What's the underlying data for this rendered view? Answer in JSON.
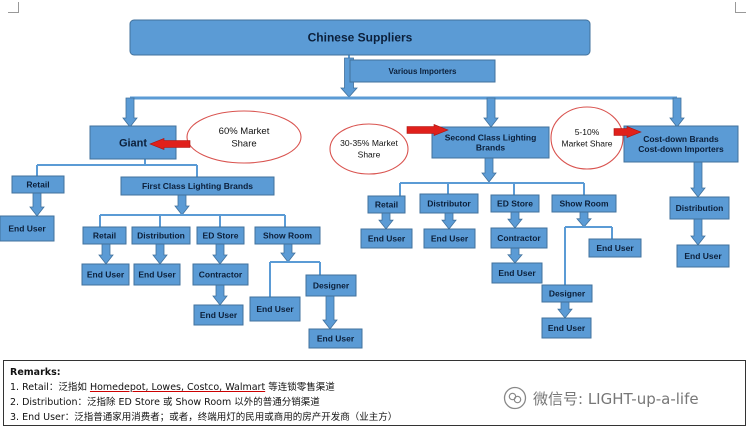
{
  "nodes": {
    "chinese_suppliers": "Chinese Suppliers",
    "various_importers": "Various Importers",
    "giant": "Giant",
    "second_class": "Second Class Lighting Brands",
    "cost_down": "Cost-down Brands Cost-down Importers",
    "g_retail": "Retail",
    "g_end_user": "End User",
    "first_class": "First Class Lighting Brands",
    "fc_retail": "Retail",
    "fc_distribution": "Distribution",
    "fc_ed_store": "ED Store",
    "fc_show_room": "Show Room",
    "fc_end_user_1": "End User",
    "fc_end_user_2": "End User",
    "fc_contractor": "Contractor",
    "fc_end_user_3": "End User",
    "fc_end_user_4": "End User",
    "fc_designer": "Designer",
    "fc_end_user_5": "End User",
    "sc_retail": "Retail",
    "sc_distributor": "Distributor",
    "sc_ed_store": "ED Store",
    "sc_show_room": "Show Room",
    "sc_end_user_1": "End User",
    "sc_end_user_2": "End User",
    "sc_contractor": "Contractor",
    "sc_end_user_3": "End User",
    "sc_end_user_4": "End User",
    "sc_designer": "Designer",
    "sc_end_user_5": "End User",
    "cd_distribution": "Distribution",
    "cd_end_user": "End User"
  },
  "shares": {
    "giant": "60% Market Share",
    "second_class": "30-35% Market Share",
    "cost_down": "5-10% Market Share"
  },
  "remarks": {
    "title": "Remarks:",
    "line1_prefix": "1.  Retail：泛指如 ",
    "line1_names": "Homedepot, Lowes, Costco, Walmart",
    "line1_suffix": " 等连锁零售渠道",
    "line2": "2.  Distribution：泛指除 ED Store 或 Show Room 以外的普通分销渠道",
    "line3": "3.  End User：泛指普通家用消费者；或者，终端用灯的民用或商用的房产开发商（业主方）"
  },
  "watermark": "微信号: LIGHT-up-a-life",
  "colors": {
    "box_fill": "#5b9bd5",
    "box_stroke": "#41719c",
    "connector": "#5b9bd5",
    "share_arrow": "#e0201b",
    "ellipse_stroke": "#d9534f"
  }
}
